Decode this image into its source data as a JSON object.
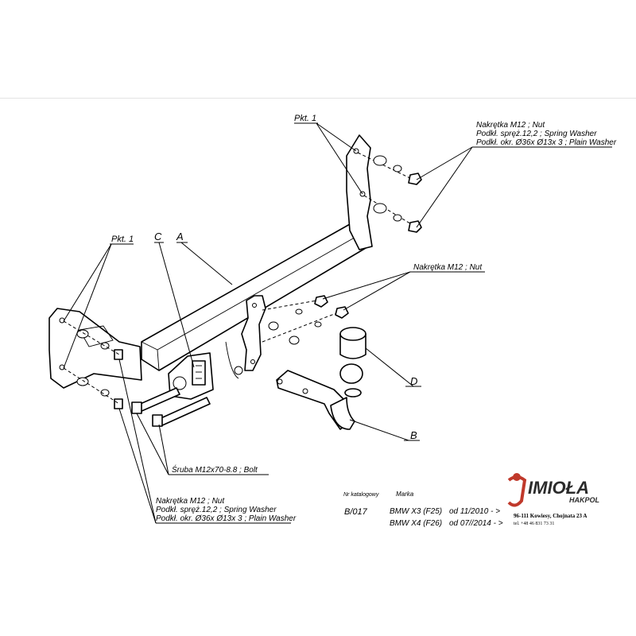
{
  "labels": {
    "pkt1_top": "Pkt. 1",
    "pkt1_left": "Pkt. 1",
    "part_a": "A",
    "part_b": "B",
    "part_c": "C",
    "part_d": "D"
  },
  "callouts": {
    "top_right": [
      "Nakrętka M12 ; Nut",
      "Podkł. spręż.12,2 ; Spring Washer",
      "Podkł. okr. Ø36x Ø13x 3 ; Plain Washer"
    ],
    "middle_nut": "Nakrętka M12 ; Nut",
    "bolt": "Śruba M12x70-8.8 ; Bolt",
    "bottom_left": [
      "Nakrętka M12 ; Nut",
      "Podkł. spręż.12,2 ; Spring Washer",
      "Podkł. okr. Ø36x Ø13x 3 ; Plain Washer"
    ]
  },
  "catalog": {
    "nr_header": "Nr katalogowy",
    "marka_header": "Marka",
    "number": "B/017",
    "models": [
      {
        "name": "BMW X3 (F25)",
        "from": "od 11/2010 - >"
      },
      {
        "name": "BMW X4 (F26)",
        "from": "od 07//2014 - >"
      }
    ]
  },
  "company": {
    "logo": "IMIOŁA",
    "sub": "HAKPOL",
    "address": "96-111 Kowiesy, Chojnata 23 A",
    "phone": "tel. +48 46 831 73 31",
    "accent_color": "#c0392b"
  }
}
